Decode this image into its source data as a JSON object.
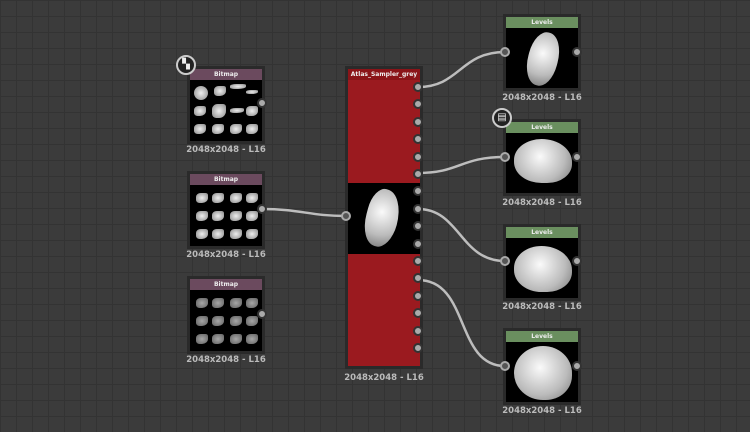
{
  "nodes": {
    "bitmap1": {
      "title": "Bitmap",
      "label": "2048x2048 - L16",
      "badge": "checker-icon"
    },
    "bitmap2": {
      "title": "Bitmap",
      "label": "2048x2048 - L16"
    },
    "bitmap3": {
      "title": "Bitmap",
      "label": "2048x2048 - L16"
    },
    "atlas": {
      "title": "Atlas_Sampler_grey",
      "label": "2048x2048 - L16"
    },
    "levels1": {
      "title": "Levels",
      "label": "2048x2048 - L16"
    },
    "levels2": {
      "title": "Levels",
      "label": "2048x2048 - L16",
      "badge": "document-icon"
    },
    "levels3": {
      "title": "Levels",
      "label": "2048x2048 - L16"
    },
    "levels4": {
      "title": "Levels",
      "label": "2048x2048 - L16"
    }
  },
  "colors": {
    "bitmap_header": "#6b4a5e",
    "levels_header": "#6a8f5f",
    "atlas_body": "#9b1a1f"
  }
}
